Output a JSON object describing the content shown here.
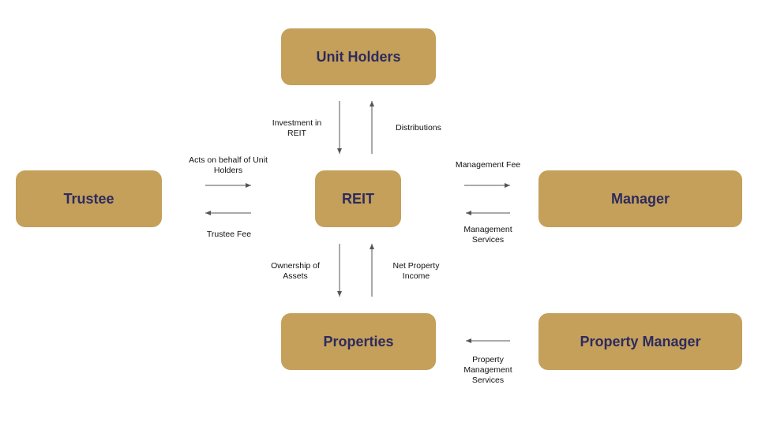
{
  "colors": {
    "box": "#C4A05A",
    "box_text": "#2E2A5E",
    "arrow": "#555555"
  },
  "boxes": {
    "unit_holders": "Unit Holders",
    "reit": "REIT",
    "trustee": "Trustee",
    "manager": "Manager",
    "properties": "Properties",
    "property_manager": "Property Manager"
  },
  "labels": {
    "investment": "Investment in\nREIT",
    "distributions": "Distributions",
    "acts_on_behalf": "Acts on behalf of Unit\nHolders",
    "trustee_fee": "Trustee Fee",
    "management_fee": "Management Fee",
    "management_services": "Management\nServices",
    "ownership": "Ownership of\nAssets",
    "net_property_income": "Net Property\nIncome",
    "property_management_services": "Property\nManagement\nServices"
  }
}
